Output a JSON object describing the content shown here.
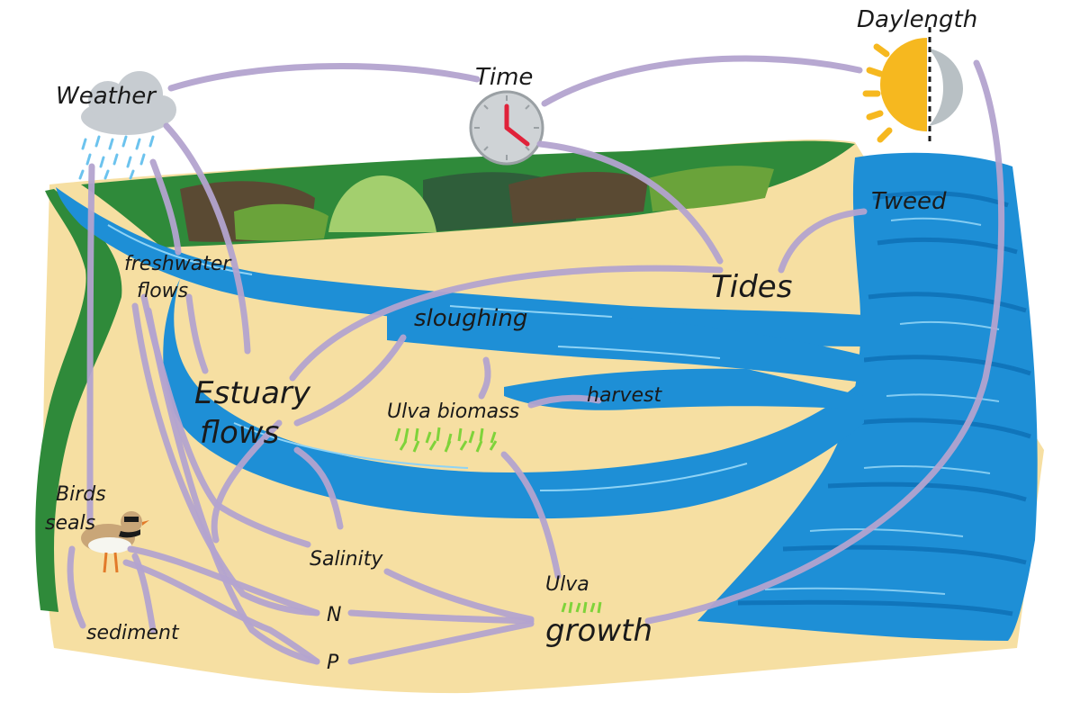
{
  "labels": {
    "weather": "Weather",
    "time": "Time",
    "daylength": "Daylength",
    "tweed": "Tweed",
    "tides": "Tides",
    "freshwater_flows_1": "freshwater",
    "freshwater_flows_2": "flows",
    "sloughing": "sloughing",
    "harvest": "harvest",
    "estuary_flows_1": "Estuary",
    "estuary_flows_2": "flows",
    "ulva_biomass": "Ulva biomass",
    "birds_seals_1": "Birds",
    "birds_seals_2": "seals",
    "salinity": "Salinity",
    "n": "N",
    "p": "P",
    "sediment": "sediment",
    "ulva_growth_1": "Ulva",
    "ulva_growth_2": "growth"
  },
  "colors": {
    "sea": "#1e8fd6",
    "sea_dark": "#0d6fb5",
    "sand": "#f6dfa2",
    "arrow": "#b3a3cf",
    "hill_green": "#2f8a3a",
    "hill_brown": "#5a4a33",
    "hill_light": "#a3cf6e",
    "cloud": "#c7ccd1",
    "rain": "#6cc3ee",
    "sun": "#f6b81f",
    "moon": "#b8c0c4",
    "clock_face": "#cfd3d6",
    "clock_hand": "#e0223a",
    "ulva": "#7fd33a"
  }
}
